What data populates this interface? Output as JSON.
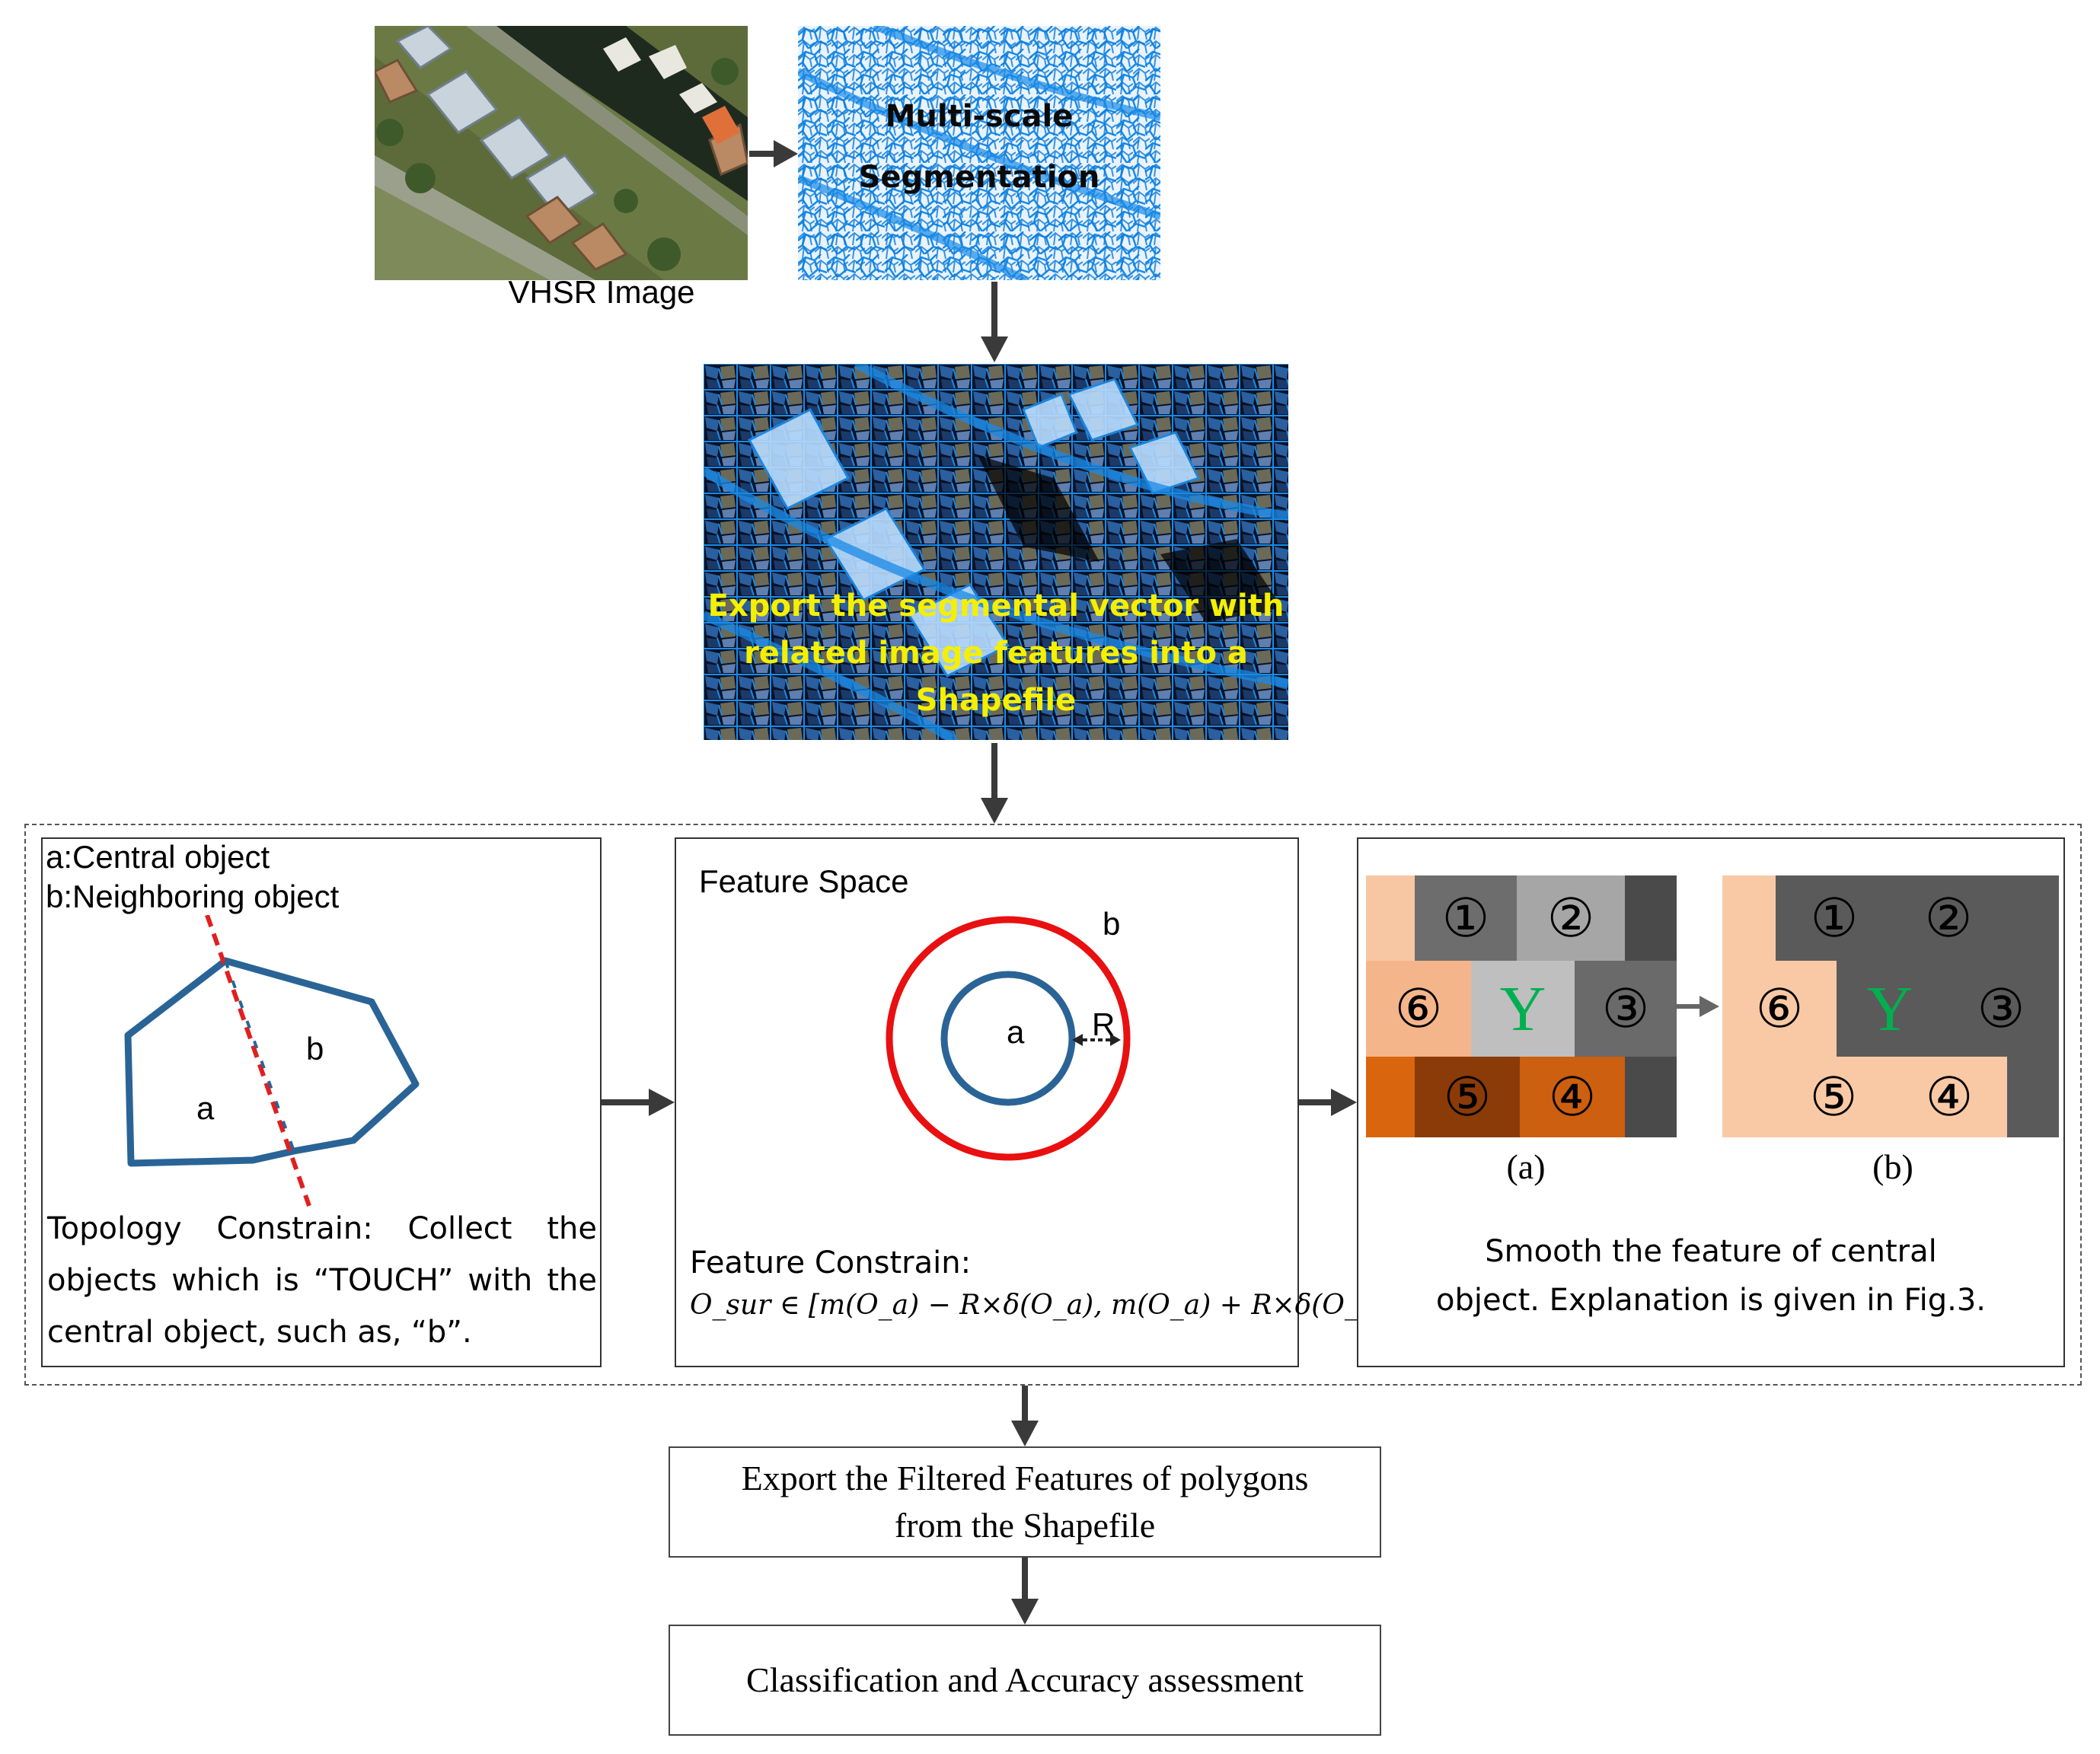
{
  "top": {
    "vhsr_caption": "VHSR Image",
    "segmentation_label": [
      "Multi-scale",
      "Segmentation"
    ],
    "export_vector_label": [
      "Export the segmental vector with",
      "related image features into a",
      "Shapefile"
    ]
  },
  "topology_panel": {
    "legend_a": "a:Central object",
    "legend_b": "b:Neighboring object",
    "label_a": "a",
    "label_b": "b",
    "description": "Topology Constrain: Collect the objects which is “TOUCH” with the central object, such as, “b”."
  },
  "feature_panel": {
    "title": "Feature Space",
    "label_a": "a",
    "label_b": "b",
    "label_r": "R",
    "constrain_title": "Feature Constrain:",
    "formula": "O_sur ∈ [m(O_a) − R×δ(O_a), m(O_a) + R×δ(O_a)]"
  },
  "smooth_panel": {
    "grid_a_caption": "(a)",
    "grid_b_caption": "(b)",
    "numbers": [
      "①",
      "②",
      "③",
      "④",
      "⑤",
      "⑥"
    ],
    "center": "Y",
    "description": [
      "Smooth the feature of central",
      "object. Explanation is given in Fig.3."
    ]
  },
  "bottom": {
    "export_filtered": [
      "Export the Filtered Features of polygons",
      "from the Shapefile"
    ],
    "classification": "Classification and Accuracy assessment"
  },
  "colors": {
    "outline_blue": "#2a6496",
    "dashed_red": "#e02020",
    "circle_red": "#e81010",
    "segmentation_blue": "#1a8ae6",
    "y_green": "#00b050",
    "export_yellow": "#f5f000"
  }
}
